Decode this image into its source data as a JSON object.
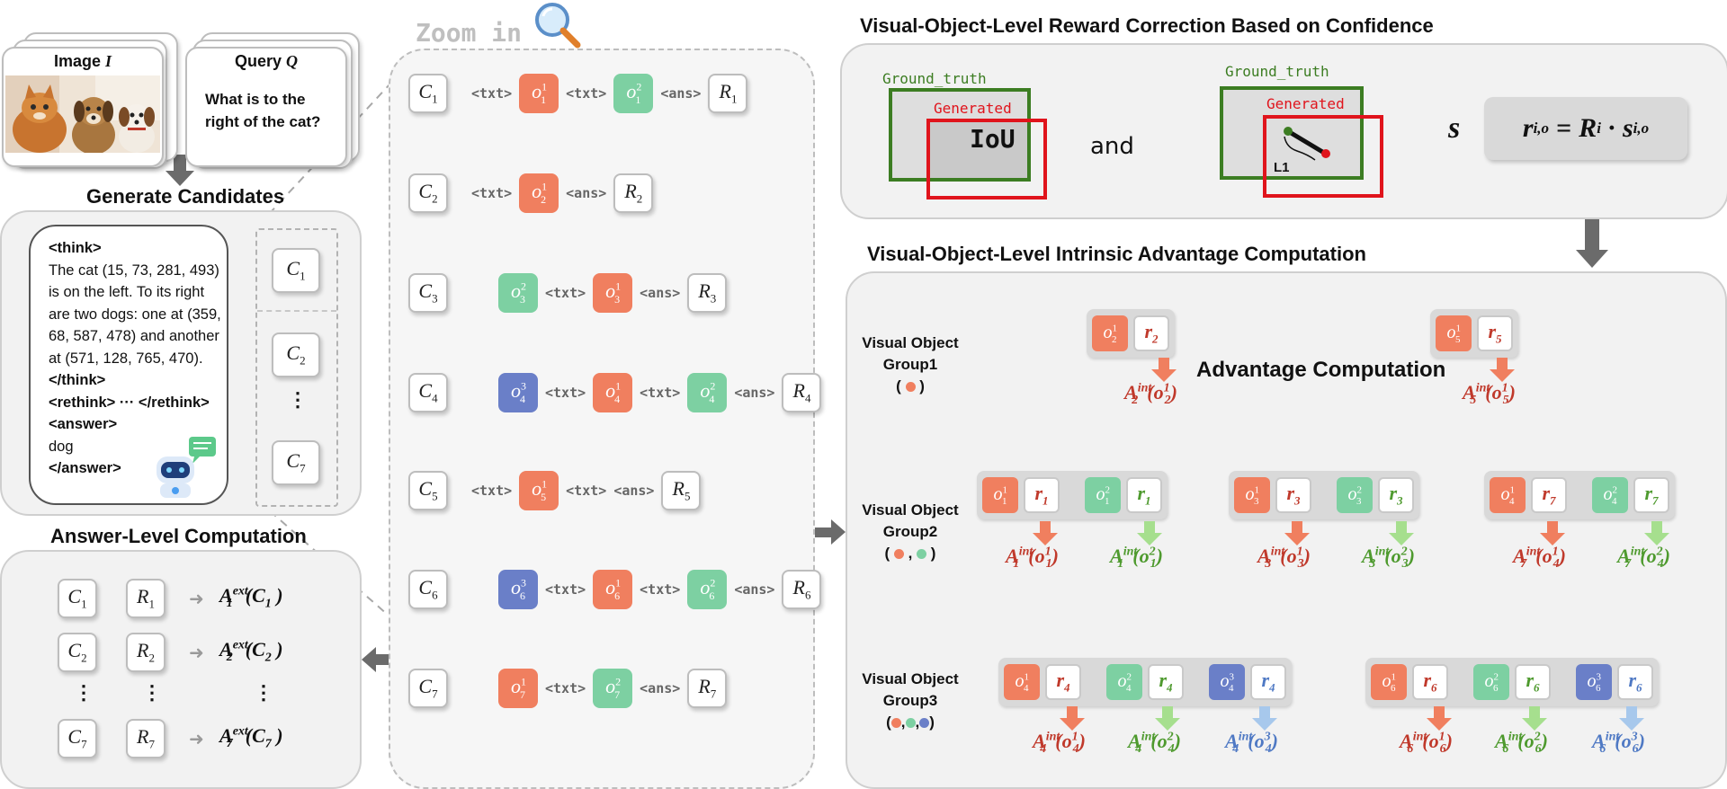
{
  "inputs": {
    "image_label": "Image",
    "image_symbol": "I",
    "query_label": "Query",
    "query_symbol": "Q",
    "query_text": "What is to the right of the cat?"
  },
  "generate": {
    "title": "Generate Candidates",
    "think_open": "<think>",
    "think_body": "The cat (15, 73, 281, 493) is on the left. To its right are two dogs: one at (359, 68, 587, 478) and another at (571, 128, 765, 470).",
    "think_close": "</think>",
    "rethink": "<rethink> ··· </rethink>",
    "answer_open": "<answer>",
    "answer_value": "dog",
    "answer_close": "</answer>",
    "candidates": [
      "C1",
      "C2",
      "⋮",
      "C7"
    ]
  },
  "zoom": {
    "label": "Zoom in",
    "rows": [
      {
        "c": "C",
        "ci": "1",
        "items": [
          [
            "t",
            "<txt>"
          ],
          [
            "o",
            "or",
            "1",
            "1"
          ],
          [
            "t",
            "<txt>"
          ],
          [
            "o",
            "og",
            "1",
            "2"
          ],
          [
            "t",
            "<ans>"
          ],
          [
            "r",
            "1"
          ]
        ]
      },
      {
        "c": "C",
        "ci": "2",
        "items": [
          [
            "t",
            "<txt>"
          ],
          [
            "o",
            "or",
            "2",
            "1"
          ],
          [
            "t",
            "<ans>"
          ],
          [
            "r",
            "2"
          ]
        ]
      },
      {
        "c": "C",
        "ci": "3",
        "items": [
          [
            "o",
            "og",
            "3",
            "2"
          ],
          [
            "t",
            "<txt>"
          ],
          [
            "o",
            "or",
            "3",
            "1"
          ],
          [
            "t",
            "<ans>"
          ],
          [
            "r",
            "3"
          ]
        ]
      },
      {
        "c": "C",
        "ci": "4",
        "items": [
          [
            "o",
            "ob",
            "4",
            "3"
          ],
          [
            "t",
            "<txt>"
          ],
          [
            "o",
            "or",
            "4",
            "1"
          ],
          [
            "t",
            "<txt>"
          ],
          [
            "o",
            "og",
            "4",
            "2"
          ],
          [
            "t",
            "<ans>"
          ],
          [
            "r",
            "4"
          ]
        ]
      },
      {
        "c": "C",
        "ci": "5",
        "items": [
          [
            "t",
            "<txt>"
          ],
          [
            "o",
            "or",
            "5",
            "1"
          ],
          [
            "t",
            "<txt>"
          ],
          [
            "t",
            "<ans>"
          ],
          [
            "r",
            "5"
          ]
        ]
      },
      {
        "c": "C",
        "ci": "6",
        "items": [
          [
            "o",
            "ob",
            "6",
            "3"
          ],
          [
            "t",
            "<txt>"
          ],
          [
            "o",
            "or",
            "6",
            "1"
          ],
          [
            "t",
            "<txt>"
          ],
          [
            "o",
            "og",
            "6",
            "2"
          ],
          [
            "t",
            "<ans>"
          ],
          [
            "r",
            "6"
          ]
        ]
      },
      {
        "c": "C",
        "ci": "7",
        "items": [
          [
            "o",
            "or",
            "7",
            "1"
          ],
          [
            "t",
            "<txt>"
          ],
          [
            "o",
            "og",
            "7",
            "2"
          ],
          [
            "t",
            "<ans>"
          ],
          [
            "r",
            "7"
          ]
        ]
      }
    ]
  },
  "answer_level": {
    "title": "Answer-Level Computation",
    "rows": [
      {
        "c": "1",
        "r": "1",
        "a": "1",
        "arg": "C",
        "argi": "1"
      },
      {
        "c": "2",
        "r": "2",
        "a": "2",
        "arg": "C",
        "argi": "2"
      },
      {
        "c": "7",
        "r": "7",
        "a": "7",
        "arg": "C",
        "argi": "7"
      }
    ],
    "ext": "ext"
  },
  "correction": {
    "title": "Visual-Object-Level Reward Correction Based on Confidence",
    "ground_truth": "Ground_truth",
    "generated": "Generated",
    "iou": "IoU",
    "and": "and",
    "l1": "L1",
    "s": "s",
    "formula_lhs": "r",
    "formula_lhs_sub": "i,o",
    "formula_rhs_R": "R",
    "formula_rhs_R_sub": "i",
    "formula_rhs_s": "s",
    "formula_rhs_s_sub": "i,o"
  },
  "intrinsic": {
    "title": "Visual-Object-Level Intrinsic Advantage Computation",
    "advantage_label": "Advantage Computation",
    "int": "int",
    "groups": [
      {
        "line1": "Visual Object",
        "line2": "Group1"
      },
      {
        "line1": "Visual Object",
        "line2": "Group2"
      },
      {
        "line1": "Visual Object",
        "line2": "Group3"
      }
    ]
  },
  "colors": {
    "orange": "#f07f5f",
    "green": "#7dd0a2",
    "blue": "#6a7fc8",
    "red_text": "#c0392b",
    "green_text": "#4e9a2e",
    "blue_text": "#4f79c4",
    "gt_box": "#3c7d22",
    "gen_box": "#e0141c"
  }
}
